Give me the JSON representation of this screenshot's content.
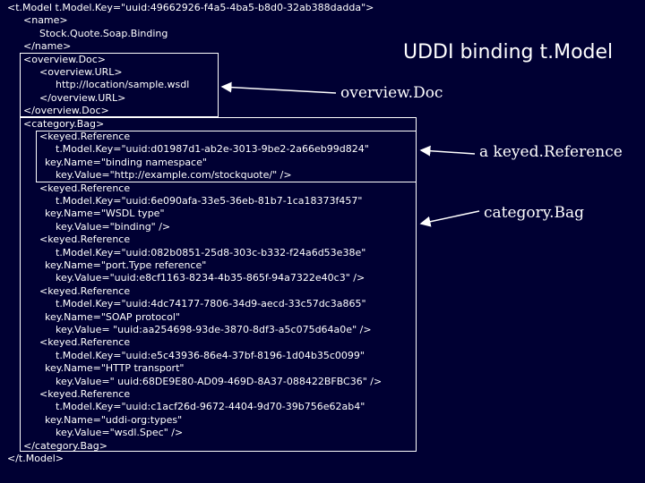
{
  "title": "UDDI binding t.Model",
  "labels": {
    "overview_doc": "overview.Doc",
    "keyed_reference": "a keyed.Reference",
    "category_bag": "category.Bag"
  },
  "code_lines": [
    "<t.Model t.Model.Key=\"uuid:49662926-f4a5-4ba5-b8d0-32ab388dadda\">",
    "<name>",
    "Stock.Quote.Soap.Binding",
    "</name>",
    "<overview.Doc>",
    "<overview.URL>",
    "http://location/sample.wsdl",
    "</overview.URL>",
    "</overview.Doc>",
    "<category.Bag>",
    "<keyed.Reference",
    "t.Model.Key=\"uuid:d01987d1-ab2e-3013-9be2-2a66eb99d824\"",
    "key.Name=\"binding namespace\"",
    "key.Value=\"http://example.com/stockquote/\" />",
    "<keyed.Reference",
    "t.Model.Key=\"uuid:6e090afa-33e5-36eb-81b7-1ca18373f457\"",
    "key.Name=\"WSDL type\"",
    "key.Value=\"binding\" />",
    "<keyed.Reference",
    "t.Model.Key=\"uuid:082b0851-25d8-303c-b332-f24a6d53e38e\"",
    "key.Name=\"port.Type reference\"",
    "key.Value=\"uuid:e8cf1163-8234-4b35-865f-94a7322e40c3\" />",
    "<keyed.Reference",
    "t.Model.Key=\"uuid:4dc74177-7806-34d9-aecd-33c57dc3a865\"",
    "key.Name=\"SOAP protocol\"",
    "key.Value= \"uuid:aa254698-93de-3870-8df3-a5c075d64a0e\" />",
    "<keyed.Reference",
    "t.Model.Key=\"uuid:e5c43936-86e4-37bf-8196-1d04b35c0099\"",
    "key.Name=\"HTTP transport\"",
    "key.Value=\" uuid:68DE9E80-AD09-469D-8A37-088422BFBC36\" />",
    "<keyed.Reference",
    "t.Model.Key=\"uuid:c1acf26d-9672-4404-9d70-39b756e62ab4\"",
    "key.Name=\"uddi-org:types\"",
    "key.Value=\"wsdl.Spec\" />",
    "</category.Bag>",
    "</t.Model>"
  ]
}
